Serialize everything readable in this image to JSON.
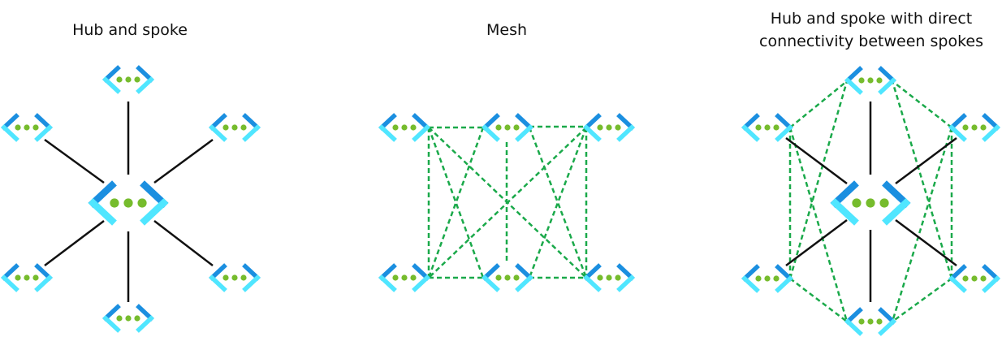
{
  "diagrams": [
    {
      "title": "Hub and spoke",
      "topology": "hub-spoke",
      "spokes": 6
    },
    {
      "title": "Mesh",
      "topology": "mesh",
      "nodes": 6
    },
    {
      "title_line1": "Hub and spoke with direct",
      "title_line2": "connectivity between spokes",
      "topology": "hub-spoke-direct",
      "spokes": 6
    }
  ],
  "colors": {
    "chevron_dark": "#1b8fe0",
    "chevron_light": "#50e6ff",
    "dot": "#76bc2d",
    "hub_link": "#111111",
    "mesh_link": "#1aa94a"
  }
}
